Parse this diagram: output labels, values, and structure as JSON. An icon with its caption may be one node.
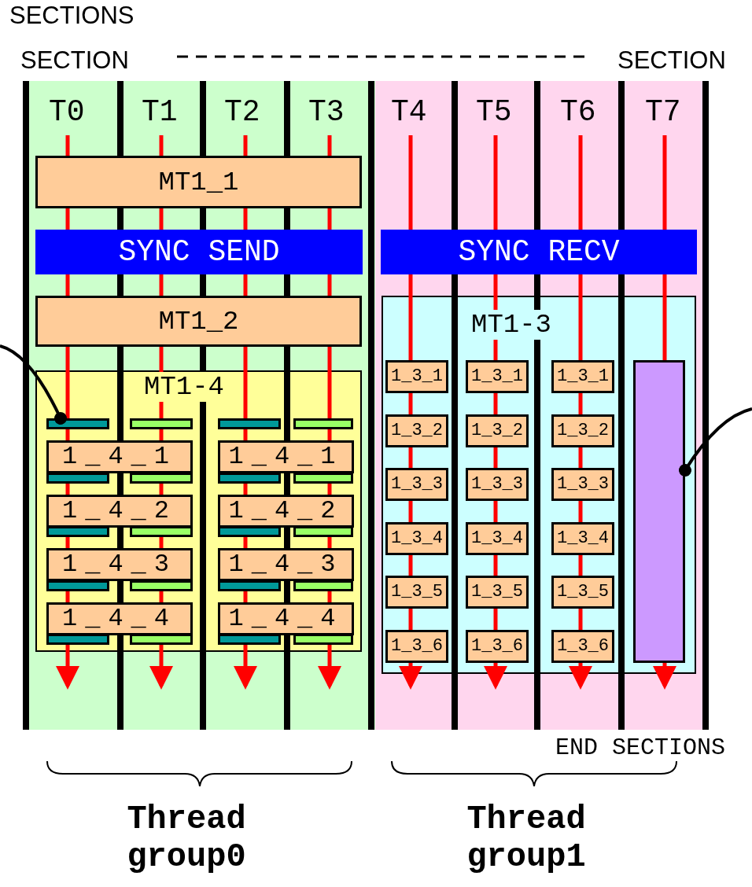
{
  "diagram": {
    "nodes": [
      {
        "text": [
          "MT1_1"
        ]
      },
      {
        "text": [
          "SYNC SEND"
        ]
      },
      {
        "text": [
          "MT1_2"
        ]
      },
      {
        "text": [
          "MT1-4"
        ]
      },
      {
        "text": [
          "1_4_1"
        ],
        "in": 3
      },
      {
        "text": [
          "1_4_1"
        ],
        "in": 3
      },
      {
        "text": [
          "1_4_2"
        ],
        "in": 3
      },
      {
        "text": [
          "1_4_2"
        ],
        "in": 3
      },
      {
        "text": [
          "1_4_3"
        ],
        "in": 3
      },
      {
        "text": [
          "1_4_3"
        ],
        "in": 3
      },
      {
        "text": [
          "1_4_4"
        ],
        "in": 3
      },
      {
        "text": [
          "1_4_4"
        ],
        "in": 3
      },
      {
        "text": [],
        "shape": "bar",
        "in": 3
      },
      {
        "text": [],
        "shape": "bar",
        "in": 3
      },
      {
        "text": [],
        "shape": "bar",
        "in": 3
      },
      {
        "text": [],
        "shape": "bar",
        "in": 3
      },
      {
        "text": [],
        "shape": "bar",
        "in": 3
      },
      {
        "text": [],
        "shape": "bar",
        "in": 3
      },
      {
        "text": [],
        "shape": "bar",
        "in": 3
      },
      {
        "text": [],
        "shape": "bar",
        "in": 3
      },
      {
        "text": [],
        "shape": "bar",
        "in": 3
      },
      {
        "text": [],
        "shape": "bar",
        "in": 3
      },
      {
        "text": [],
        "shape": "bar",
        "in": 3
      },
      {
        "text": [],
        "shape": "bar",
        "in": 3
      },
      {
        "text": [],
        "shape": "bar",
        "in": 3
      },
      {
        "text": [],
        "shape": "bar",
        "in": 3
      },
      {
        "text": [],
        "shape": "bar",
        "in": 3
      },
      {
        "text": [],
        "shape": "bar",
        "in": 3
      },
      {
        "text": [],
        "shape": "bar",
        "in": 3
      },
      {
        "text": [],
        "shape": "bar",
        "in": 3
      },
      {
        "text": [],
        "shape": "bar",
        "in": 3
      },
      {
        "text": [],
        "shape": "bar",
        "in": 3
      },
      {
        "text": [
          "SYNC RECV"
        ]
      },
      {
        "text": [
          "MT1-3"
        ]
      },
      {
        "text": [
          "1_3_1"
        ],
        "in": 33
      },
      {
        "text": [
          "1_3_1"
        ],
        "in": 33
      },
      {
        "text": [
          "1_3_1"
        ],
        "in": 33
      },
      {
        "text": [
          "1_3_2"
        ],
        "in": 33
      },
      {
        "text": [
          "1_3_2"
        ],
        "in": 33
      },
      {
        "text": [
          "1_3_2"
        ],
        "in": 33
      },
      {
        "text": [
          "1_3_3"
        ],
        "in": 33
      },
      {
        "text": [
          "1_3_3"
        ],
        "in": 33
      },
      {
        "text": [
          "1_3_3"
        ],
        "in": 33
      },
      {
        "text": [
          "1_3_4"
        ],
        "in": 33
      },
      {
        "text": [
          "1_3_4"
        ],
        "in": 33
      },
      {
        "text": [
          "1_3_4"
        ],
        "in": 33
      },
      {
        "text": [
          "1_3_5"
        ],
        "in": 33
      },
      {
        "text": [
          "1_3_5"
        ],
        "in": 33
      },
      {
        "text": [
          "1_3_5"
        ],
        "in": 33
      },
      {
        "text": [
          "1_3_6"
        ],
        "in": 33
      },
      {
        "text": [
          "1_3_6"
        ],
        "in": 33
      },
      {
        "text": [
          "1_3_6"
        ],
        "in": 33
      },
      {
        "text": [],
        "shape": "bar",
        "in": 33
      }
    ],
    "edges": [
      {
        "from": null,
        "to": 12,
        "arrow": "other"
      },
      {
        "from": null,
        "to": 52,
        "arrow": "other"
      }
    ],
    "labels": [
      "SECTIONS",
      "SECTION",
      "SECTION",
      "T0",
      "T1",
      "T2",
      "T3",
      "T4",
      "T5",
      "T6",
      "T7",
      "END SECTIONS",
      "Thread group0",
      "Thread group1"
    ]
  }
}
